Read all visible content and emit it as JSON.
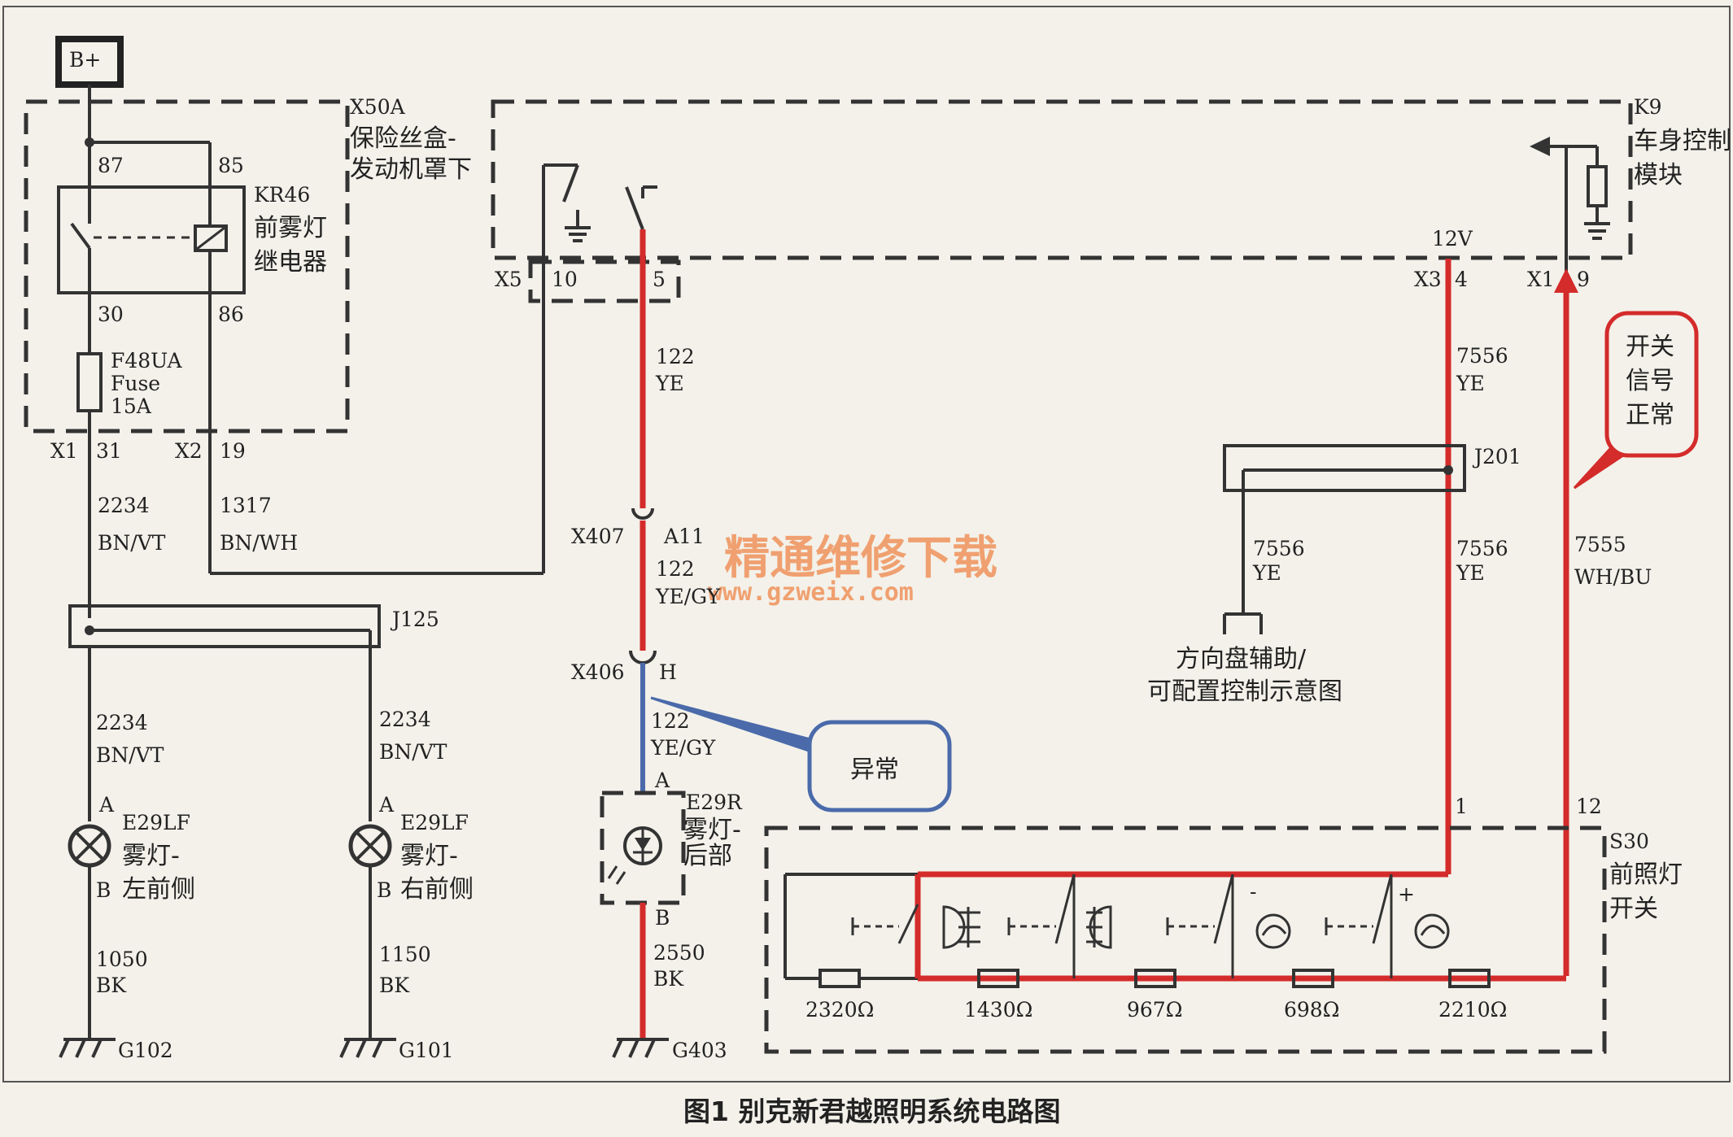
{
  "caption": "图1 别克新君越照明系统电路图",
  "watermark": {
    "cn": "精通维修下载",
    "url": "www.gzweix.com"
  },
  "battery": "B+",
  "fuse_box": {
    "code": "X50A",
    "name_line1": "保险丝盒-",
    "name_line2": "发动机罩下"
  },
  "relay": {
    "code": "KR46",
    "name_line1": "前雾灯",
    "name_line2": "继电器",
    "pin87": "87",
    "pin85": "85",
    "pin30": "30",
    "pin86": "86"
  },
  "fuse": {
    "code": "F48UA",
    "line2": "Fuse",
    "rating": "15A"
  },
  "fuse_out": {
    "conn": "X1",
    "pin": "31",
    "circuit": "2234",
    "color": "BN/VT"
  },
  "relay_ctrl": {
    "conn": "X2",
    "pin": "19",
    "circuit": "1317",
    "color": "BN/WH"
  },
  "bcm": {
    "code": "K9",
    "name_line1": "车身控制",
    "name_line2": "模块",
    "conn_x5": "X5",
    "pin10": "10",
    "pin5": "5",
    "conn_x3": "X3",
    "pin4": "4",
    "conn_x1": "X1",
    "pin9": "9",
    "voltage": "12V"
  },
  "splice_j125": "J125",
  "left_lamp": {
    "circuit_in": "2234",
    "color_in": "BN/VT",
    "pinA": "A",
    "pinB": "B",
    "code": "E29LF",
    "name_line1": "雾灯-",
    "name_line2": "左前侧",
    "circuit_out": "1050",
    "color_out": "BK",
    "ground": "G102"
  },
  "right_lamp": {
    "circuit_in": "2234",
    "color_in": "BN/VT",
    "pinA": "A",
    "pinB": "B",
    "code": "E29LF",
    "name_line1": "雾灯-",
    "name_line2": "右前侧",
    "circuit_out": "1150",
    "color_out": "BK",
    "ground": "G101"
  },
  "rear_circuit": {
    "c1": "122",
    "col1": "YE",
    "x407": "X407",
    "a11": "A11",
    "c2": "122",
    "col2": "YE/GY",
    "x406": "X406",
    "pinH": "H",
    "c3": "122",
    "col3": "YE/GY",
    "pinA": "A",
    "pinB": "B",
    "c4": "2550",
    "col4": "BK",
    "ground": "G403"
  },
  "rear_lamp": {
    "code": "E29R",
    "name_line1": "雾灯-",
    "name_line2": "后部"
  },
  "abnormal_label": "异常",
  "switch_signal_label": {
    "line1": "开关",
    "line2": "信号",
    "line3": "正常"
  },
  "splice_j201": "J201",
  "steering": {
    "line1": "方向盘辅助/",
    "line2": "可配置控制示意图",
    "circuit": "7556",
    "color": "YE"
  },
  "x3_circuit": {
    "c_top": "7556",
    "col_top": "YE",
    "c_bot": "7556",
    "col_bot": "YE"
  },
  "x1_circuit": {
    "circuit": "7555",
    "color": "WH/BU"
  },
  "headlamp_switch": {
    "code": "S30",
    "name_line1": "前照灯",
    "name_line2": "开关",
    "pin1": "1",
    "pin12": "12",
    "minus": "-",
    "plus": "+"
  },
  "resistors": [
    "2320Ω",
    "1430Ω",
    "967Ω",
    "698Ω",
    "2210Ω"
  ]
}
